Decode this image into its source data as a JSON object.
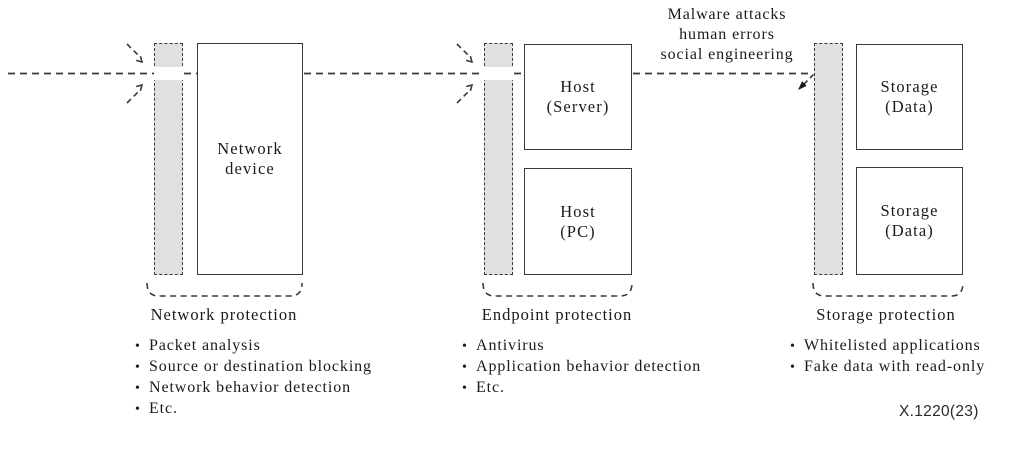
{
  "figure": {
    "designation": "X.1220(23)",
    "bullet_char": "•"
  },
  "threat": {
    "line1": "Malware attacks",
    "line2": "human errors",
    "line3": "social engineering"
  },
  "boxes": {
    "network_device": {
      "line1": "Network",
      "line2": "device"
    },
    "host_server": {
      "line1": "Host",
      "line2": "(Server)"
    },
    "host_pc": {
      "line1": "Host",
      "line2": "(PC)"
    },
    "storage_top": {
      "line1": "Storage",
      "line2": "(Data)"
    },
    "storage_bottom": {
      "line1": "Storage",
      "line2": "(Data)"
    }
  },
  "sections": [
    {
      "label": "Network protection",
      "bullets": [
        "Packet analysis",
        "Source or destination blocking",
        "Network behavior detection",
        "Etc."
      ]
    },
    {
      "label": "Endpoint protection",
      "bullets": [
        "Antivirus",
        "Application behavior detection",
        "Etc."
      ]
    },
    {
      "label": "Storage protection",
      "bullets": [
        "Whitelisted applications",
        "Fake data with read-only"
      ]
    }
  ],
  "colors": {
    "background": "#ffffff",
    "stroke": "#3a3a3a",
    "barrier_fill": "#e0e0e0",
    "text": "#1a1a1a"
  }
}
